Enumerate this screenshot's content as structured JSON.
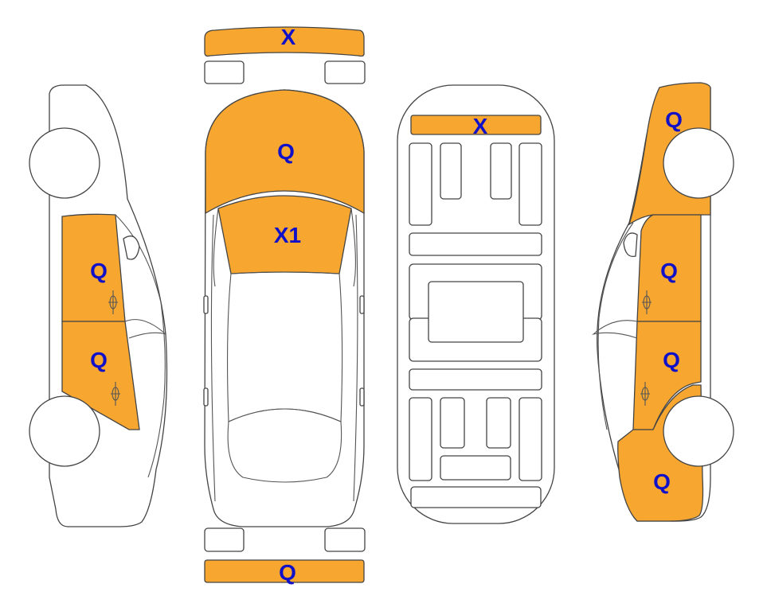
{
  "colors": {
    "damage_fill": "#F7A730",
    "label_color": "#1010C8",
    "outline": "#444444"
  },
  "damage_marks": {
    "front_bumper": "X",
    "hood": "Q",
    "windshield": "X1",
    "left_front_door": "Q",
    "left_rear_door": "Q",
    "rear_bumper": "Q",
    "underbody_front": "X",
    "right_front_fender": "Q",
    "right_front_door": "Q",
    "right_rear_door": "Q",
    "right_rear_quarter": "Q"
  }
}
